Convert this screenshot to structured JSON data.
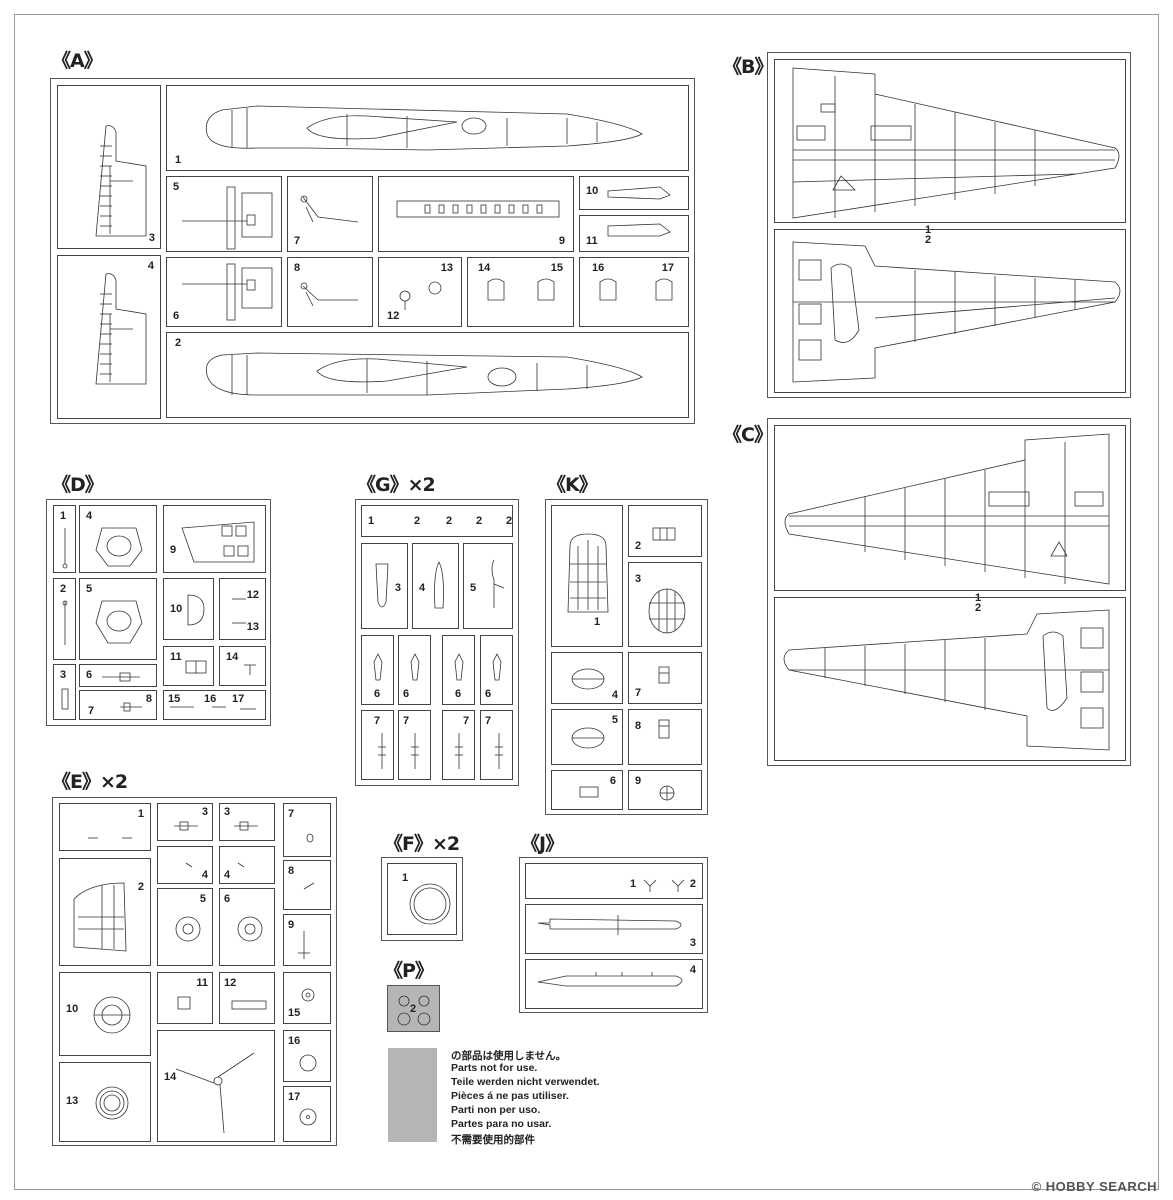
{
  "sections": {
    "A": {
      "title": "《A》",
      "parts": [
        "1",
        "2",
        "3",
        "4",
        "5",
        "6",
        "7",
        "8",
        "9",
        "10",
        "11",
        "12",
        "13",
        "14",
        "15",
        "16",
        "17"
      ]
    },
    "B": {
      "title": "《B》",
      "parts": [
        "1",
        "2"
      ]
    },
    "C": {
      "title": "《C》",
      "parts": [
        "1",
        "2"
      ]
    },
    "D": {
      "title": "《D》",
      "parts": [
        "1",
        "2",
        "3",
        "4",
        "5",
        "6",
        "7",
        "8",
        "9",
        "10",
        "11",
        "12",
        "13",
        "14",
        "15",
        "16",
        "17"
      ]
    },
    "G": {
      "title": "《G》×2",
      "parts": [
        "1",
        "2",
        "2",
        "2",
        "2",
        "3",
        "4",
        "5",
        "6",
        "6",
        "6",
        "6",
        "7",
        "7",
        "7",
        "7"
      ]
    },
    "K": {
      "title": "《K》",
      "parts": [
        "1",
        "2",
        "3",
        "4",
        "5",
        "6",
        "7",
        "8",
        "9"
      ]
    },
    "E": {
      "title": "《E》×2",
      "parts": [
        "1",
        "2",
        "3",
        "3",
        "4",
        "4",
        "5",
        "6",
        "7",
        "8",
        "9",
        "10",
        "11",
        "12",
        "13",
        "14",
        "15",
        "16",
        "17"
      ]
    },
    "F": {
      "title": "《F》×2",
      "parts": [
        "1"
      ]
    },
    "J": {
      "title": "《J》",
      "parts": [
        "1",
        "2",
        "3",
        "4"
      ]
    },
    "P": {
      "title": "《P》",
      "parts": [
        "2"
      ]
    }
  },
  "legend": {
    "lines": [
      "の部品は使用しません。",
      "Parts not for use.",
      "Teile werden nicht verwendet.",
      "Pièces á ne pas utiliser.",
      "Parti non per uso.",
      "Partes para no usar.",
      "不需要使用的部件"
    ],
    "swatch_color": "#b5b5b5"
  },
  "watermark": "© HOBBY SEARCH"
}
